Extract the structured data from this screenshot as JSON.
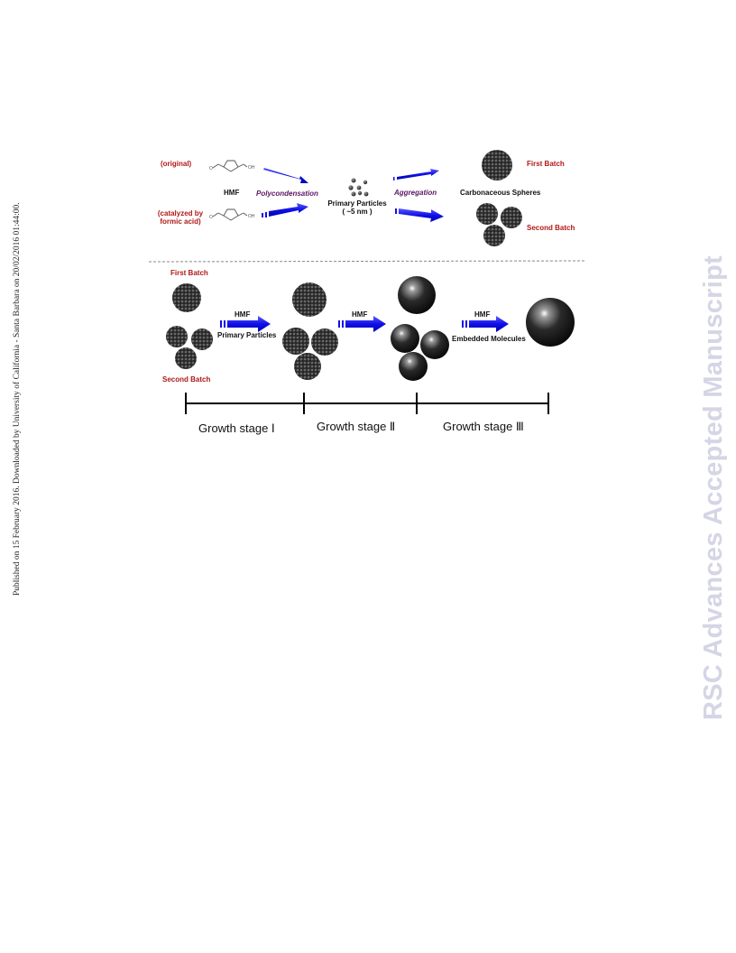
{
  "side_note": "Published on 15 February 2016. Downloaded by University of California - Santa Barbara on 20/02/2016 01:44:00.",
  "watermark": "RSC Advances Accepted Manuscript",
  "top_panel": {
    "original_label": "(original)",
    "catalyzed_label_line1": "(catalyzed by",
    "catalyzed_label_line2": "formic acid)",
    "hmf_label": "HMF",
    "polycondensation_label": "Polycondensation",
    "primary_particles_label": "Primary Particles",
    "primary_particles_size": "( ~5 nm )",
    "aggregation_label": "Aggregation",
    "carbonaceous_spheres_label": "Carbonaceous Spheres",
    "first_batch_label": "First Batch",
    "second_batch_label": "Second Batch"
  },
  "bottom_panel": {
    "first_batch_label": "First Batch",
    "second_batch_label": "Second Batch",
    "arrow1_top": "HMF",
    "arrow1_bottom": "Primary Particles",
    "arrow2_top": "HMF",
    "arrow3_top": "HMF",
    "arrow3_bottom": "Embedded Molecules"
  },
  "timeline": {
    "stage1": "Growth stage Ⅰ",
    "stage2": "Growth stage Ⅱ",
    "stage3": "Growth stage Ⅲ"
  },
  "colors": {
    "arrow": "#1010e8",
    "red_text": "#b01818",
    "purple_text": "#5a1563",
    "watermark": "#d5d5e6"
  }
}
